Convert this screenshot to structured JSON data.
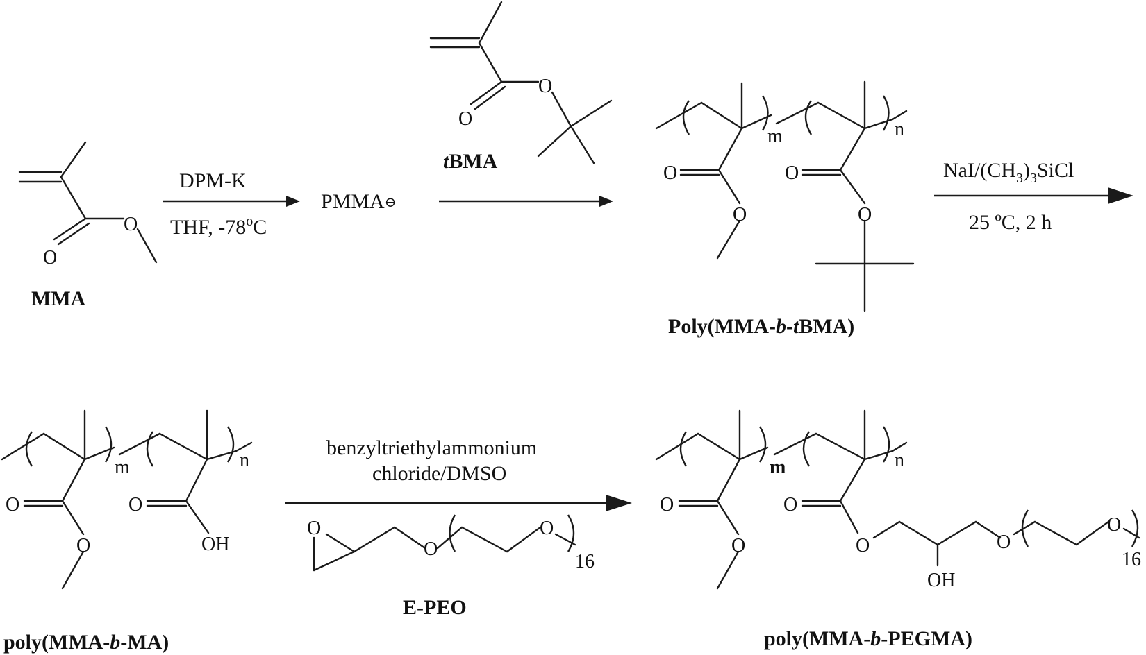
{
  "molecules": {
    "mma": "MMA",
    "tbma_prefix": "t",
    "tbma_suffix": "BMA",
    "pmma_anion": "PMMA",
    "anion_symbol": "⊖",
    "poly_tbma": {
      "p1": "Poly(MMA-",
      "p2": "b",
      "p3": "-",
      "p4": "t",
      "p5": "BMA)"
    },
    "poly_ma": {
      "p1": "poly(MMA-",
      "p2": "b",
      "p3": "-MA)"
    },
    "poly_pegma": {
      "p1": "poly(MMA-",
      "p2": "b",
      "p3": "-PEGMA)"
    },
    "epeo": "E-PEO"
  },
  "atoms": {
    "O": "O",
    "OH": "OH",
    "m": "m",
    "n": "n",
    "rep16": "16"
  },
  "conditions": {
    "step1_top": "DPM-K",
    "step1_bottom_a": "THF, -78",
    "step1_bottom_deg": "o",
    "step1_bottom_b": "C",
    "step3_top_a": "NaI/(CH",
    "step3_top_sub": "3",
    "step3_top_b": ")",
    "step3_top_sub2": "3",
    "step3_top_c": "SiCl",
    "step3_bottom": "25 ºC, 2 h",
    "step4_top1": "benzyltriethylammonium",
    "step4_top2": "chloride/DMSO"
  }
}
